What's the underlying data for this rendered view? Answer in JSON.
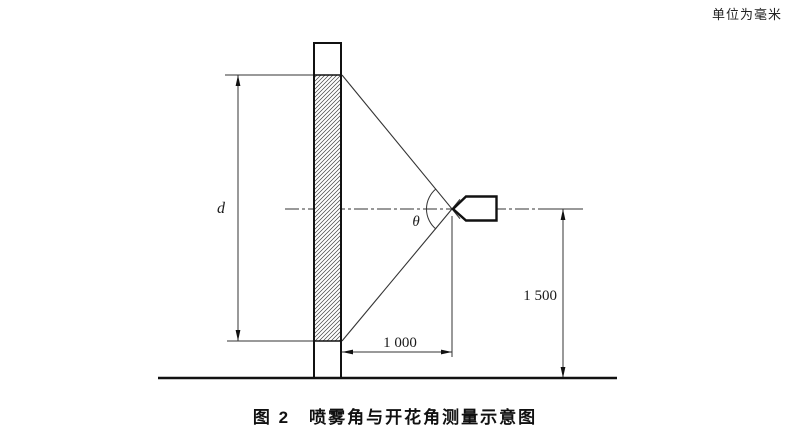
{
  "page": {
    "unit_note": "单位为毫米",
    "caption": "图 2　喷雾角与开花角测量示意图"
  },
  "diagram": {
    "labels": {
      "distance_d": "d",
      "angle_theta": "θ",
      "dim_1000": "1 000",
      "dim_1500": "1 500"
    }
  }
}
